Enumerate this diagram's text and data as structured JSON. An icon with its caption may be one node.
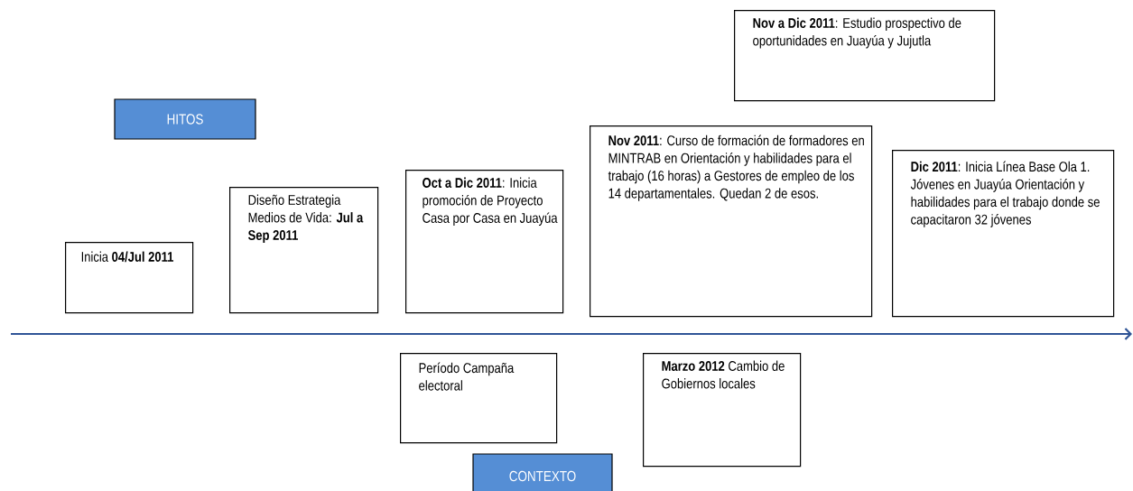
{
  "diagram": {
    "nodes": [
      {
        "text": [
          "HITOS"
        ]
      },
      {
        "text": [
          "Inicia **04/Jul 2011**"
        ]
      },
      {
        "text": [
          "Diseño Estrategia Medios de Vida: **Jul a Sep 2011**"
        ]
      },
      {
        "text": [
          "**Oct a Dic 2011**: Inicia promoción de Proyecto Casa por Casa en Juayúa"
        ]
      },
      {
        "text": [
          "**Nov a Dic 2011**: Estudio prospectivo de oportunidades en Juayúa y Jujutla"
        ]
      },
      {
        "text": [
          "**Nov 2011**: Curso de formación de formadores en MINTRAB en Orientación y habilidades para el trabajo (16 horas) a Gestores de empleo de los 14 departamentales. Quedan 2 de esos."
        ]
      },
      {
        "text": [
          "**Dic 2011**: Inicia Línea Base Ola 1. Jóvenes en Juayúa Orientación y habilidades para el trabajo donde se capacitaron 32 jóvenes"
        ]
      },
      {
        "text": [
          "Período Campaña electoral"
        ]
      },
      {
        "text": [
          "**Marzo 2012** Cambio de Gobiernos locales"
        ]
      },
      {
        "text": [
          "CONTEXTO"
        ]
      }
    ]
  }
}
